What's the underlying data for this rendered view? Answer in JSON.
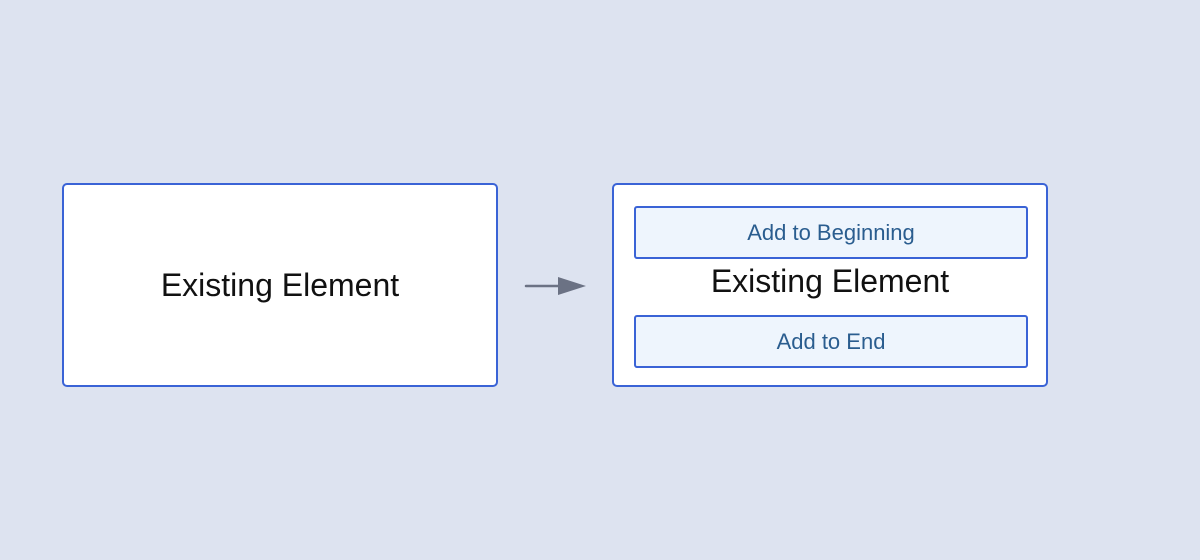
{
  "before": {
    "label": "Existing Element"
  },
  "after": {
    "beginning_label": "Add to Beginning",
    "existing_label": "Existing Element",
    "end_label": "Add to End"
  },
  "colors": {
    "background": "#dde3f0",
    "border": "#3a63d6",
    "added_fill": "#eef5fd",
    "added_text": "#2a5d8f",
    "arrow": "#6b7284"
  },
  "icons": {
    "transition": "arrow-right-icon"
  }
}
